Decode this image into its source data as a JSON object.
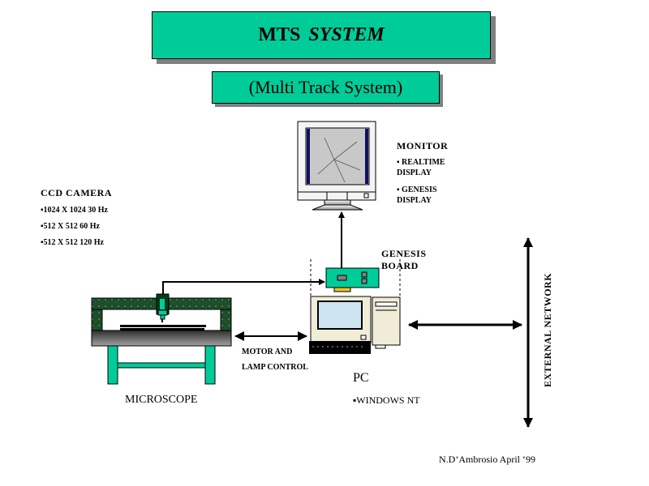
{
  "title": {
    "main": "MTS",
    "main_italic": "SYSTEM",
    "subtitle": "(Multi Track System)"
  },
  "monitor": {
    "label": "MONITOR",
    "features": [
      "▪ REALTIME DISPLAY",
      "▪ GENESIS DISPLAY"
    ]
  },
  "ccd_camera": {
    "label": "CCD CAMERA",
    "modes": [
      "▪1024 X 1024  30 Hz",
      "▪512 X 512  60 Hz",
      "▪512 X 512  120 Hz"
    ]
  },
  "genesis_board": {
    "label_line1": "GENESIS",
    "label_line2": "BOARD"
  },
  "microscope": {
    "label": "MICROSCOPE"
  },
  "motor_control": {
    "line1": "MOTOR AND",
    "line2": "LAMP CONTROL"
  },
  "pc": {
    "label": "PC",
    "os": "▪WINDOWS  NT"
  },
  "network": {
    "label": "EXTERNAL NETWORK"
  },
  "footer": {
    "credit": "N.D’Ambrosio   April  ‘99"
  },
  "colors": {
    "accent": "#00cc99",
    "shadow": "#808080",
    "granite": "#1e4d2b",
    "beige": "#f0ecd8"
  }
}
